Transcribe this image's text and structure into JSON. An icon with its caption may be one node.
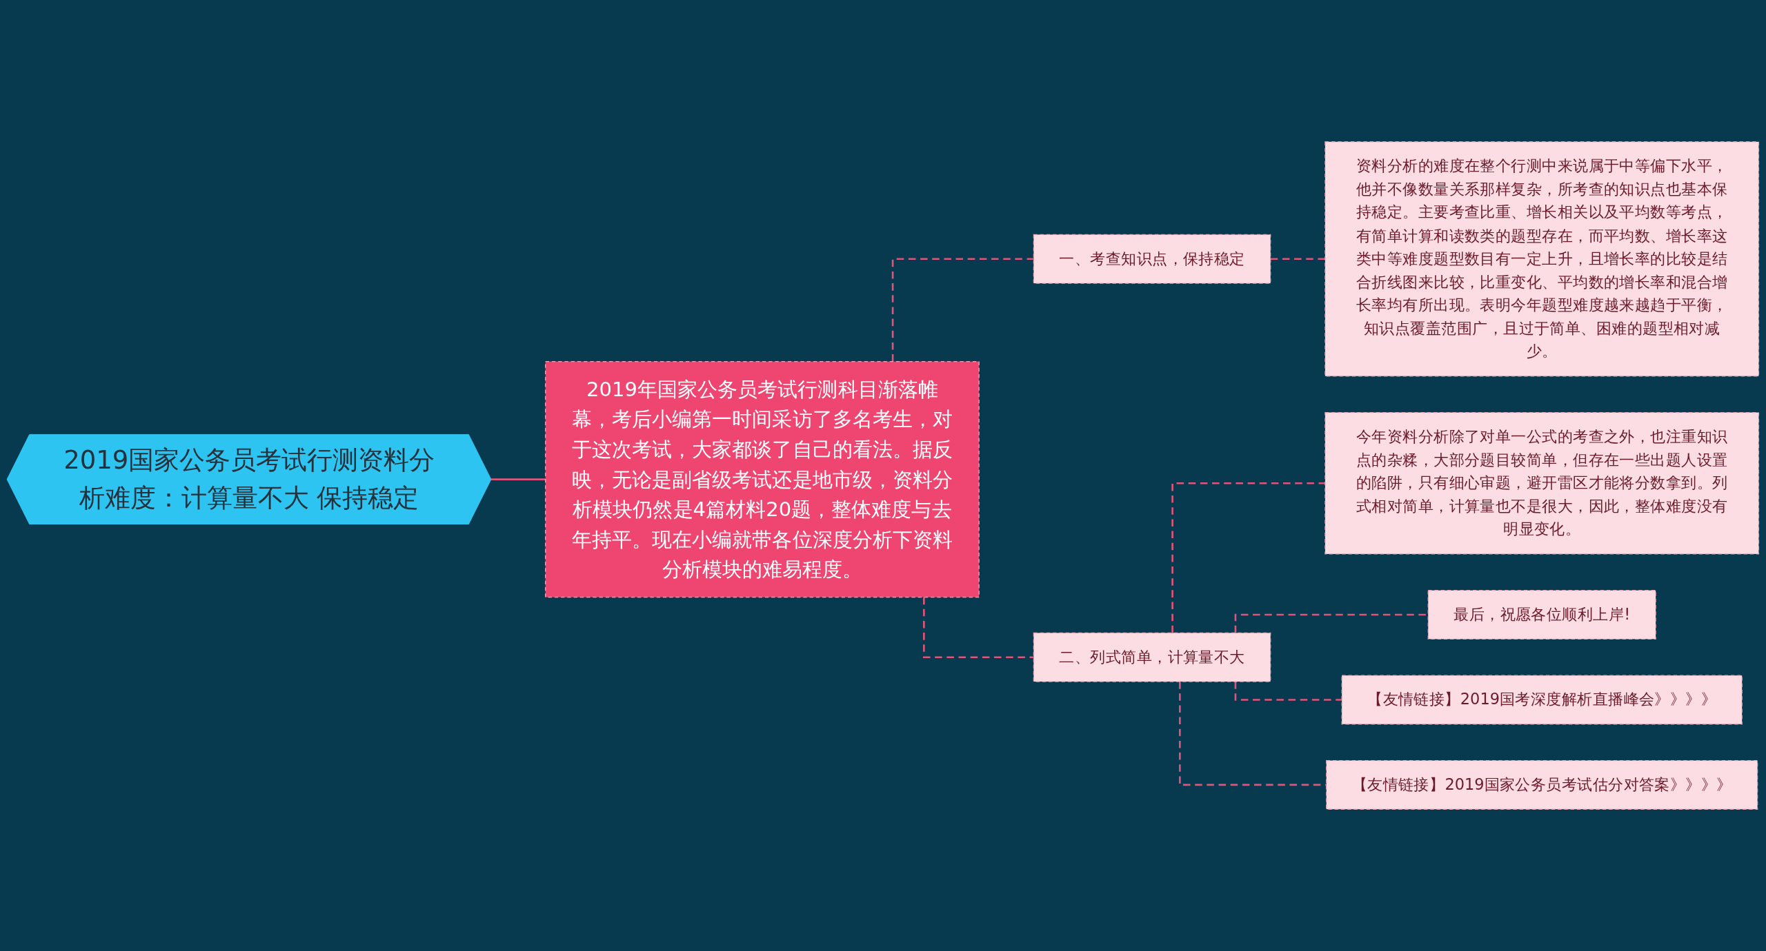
{
  "diagram": {
    "nodes": [
      {
        "text": [
          "2019国家公务员考试行测资料分析难度：计算量不大 保持稳定"
        ]
      },
      {
        "text": [
          "2019年国家公务员考试行测科目渐落帷幕，考后小编第一时间采访了多名考生，对于这次考试，大家都谈了自己的看法。据反映，无论是副省级考试还是地市级，资料分析模块仍然是4篇材料20题，整体难度与去年持平。现在小编就带各位深度分析下资料分析模块的难易程度。"
        ]
      },
      {
        "text": [
          "一、考查知识点，保持稳定"
        ]
      },
      {
        "text": [
          "资料分析的难度在整个行测中来说属于中等偏下水平，他并不像数量关系那样复杂，所考查的知识点也基本保持稳定。主要考查比重、增长相关以及平均数等考点，有简单计算和读数类的题型存在，而平均数、增长率这类中等难度题型数目有一定上升，且增长率的比较是结合折线图来比较，比重变化、平均数的增长率和混合增长率均有所出现。表明今年题型难度越来越趋于平衡，知识点覆盖范围广，且过于简单、困难的题型相对减少。"
        ]
      },
      {
        "text": [
          "二、列式简单，计算量不大"
        ]
      },
      {
        "text": [
          "今年资料分析除了对单一公式的考查之外，也注重知识点的杂糅，大部分题目较简单，但存在一些出题人设置的陷阱，只有细心审题，避开雷区才能将分数拿到。列式相对简单，计算量也不是很大，因此，整体难度没有明显变化。"
        ]
      },
      {
        "text": [
          "最后，祝愿各位顺利上岸!"
        ]
      },
      {
        "text": [
          "【友情链接】2019国考深度解析直播峰会》》》》"
        ]
      },
      {
        "text": [
          "【友情链接】2019国家公务员考试估分对答案》》》》"
        ]
      }
    ],
    "edges": [
      {
        "from": 0,
        "to": 1,
        "arrow": "none"
      },
      {
        "from": 1,
        "to": 2,
        "arrow": "none",
        "style": "dashed"
      },
      {
        "from": 2,
        "to": 3,
        "arrow": "none",
        "style": "dashed"
      },
      {
        "from": 1,
        "to": 4,
        "arrow": "none",
        "style": "dashed"
      },
      {
        "from": 4,
        "to": 5,
        "arrow": "none",
        "style": "dashed"
      },
      {
        "from": 4,
        "to": 6,
        "arrow": "none",
        "style": "dashed"
      },
      {
        "from": 4,
        "to": 7,
        "arrow": "none",
        "style": "dashed"
      },
      {
        "from": 4,
        "to": 8,
        "arrow": "none",
        "style": "dashed"
      }
    ]
  }
}
